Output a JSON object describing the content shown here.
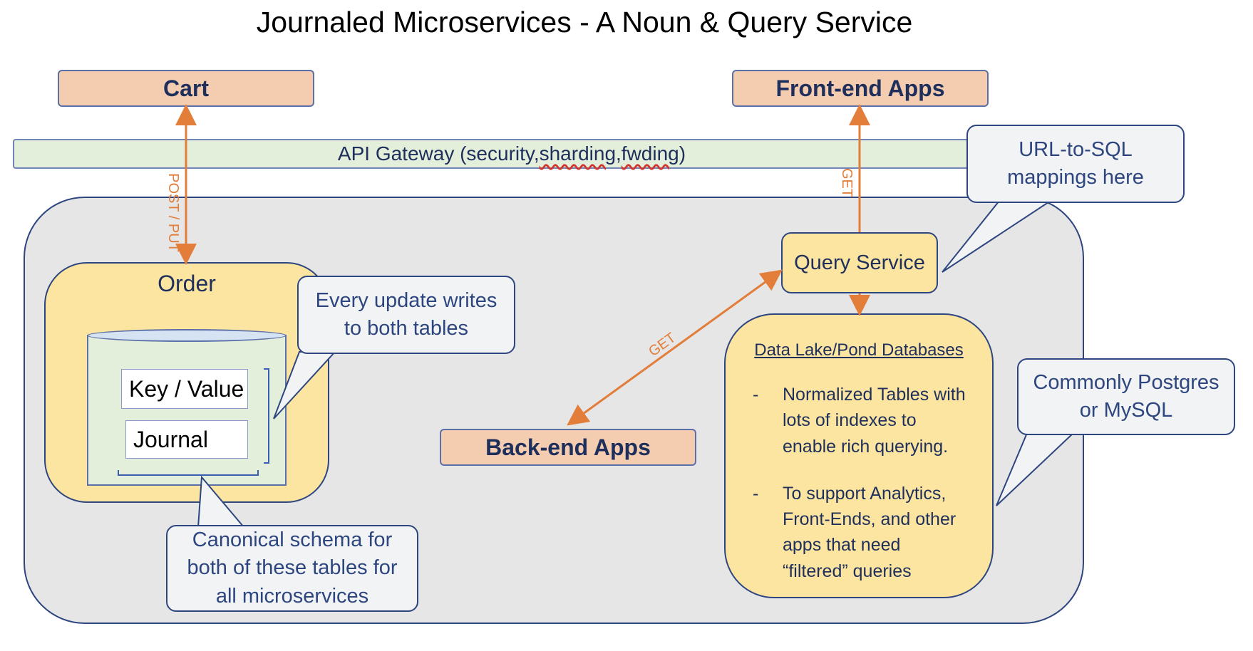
{
  "title": "Journaled Microservices - A Noun & Query Service",
  "cart": "Cart",
  "front_end_apps": "Front-end Apps",
  "back_end_apps": "Back-end Apps",
  "api_gateway": {
    "prefix": "API Gateway (security, ",
    "word1": "sharding",
    "mid": ", ",
    "word2": "fwding",
    "suffix": ")"
  },
  "order": {
    "label": "Order",
    "key_value": "Key / Value",
    "journal": "Journal"
  },
  "callouts": {
    "every_update": "Every update writes to both tables",
    "canonical_schema": "Canonical schema for both of these tables for all microservices",
    "url_to_sql": "URL-to-SQL mappings here",
    "postgres": "Commonly Postgres or MySQL"
  },
  "query_service": "Query Service",
  "data_lake": {
    "title": "Data Lake/Pond Databases",
    "bullet_marker": "-",
    "bullets": [
      "Normalized Tables with lots of indexes to enable rich querying.",
      "To support Analytics, Front-Ends, and other apps that need “filtered” queries"
    ]
  },
  "edge_labels": {
    "post_put": "POST / PUT",
    "get_front": "GET",
    "get_back": "GET"
  },
  "colors": {
    "arrow": "#e27d3a",
    "border": "#2e4680",
    "salmon": "#f4ccb0",
    "yellow": "#fbe5a0",
    "green": "#e3efdb",
    "container": "#e6e6e6"
  }
}
